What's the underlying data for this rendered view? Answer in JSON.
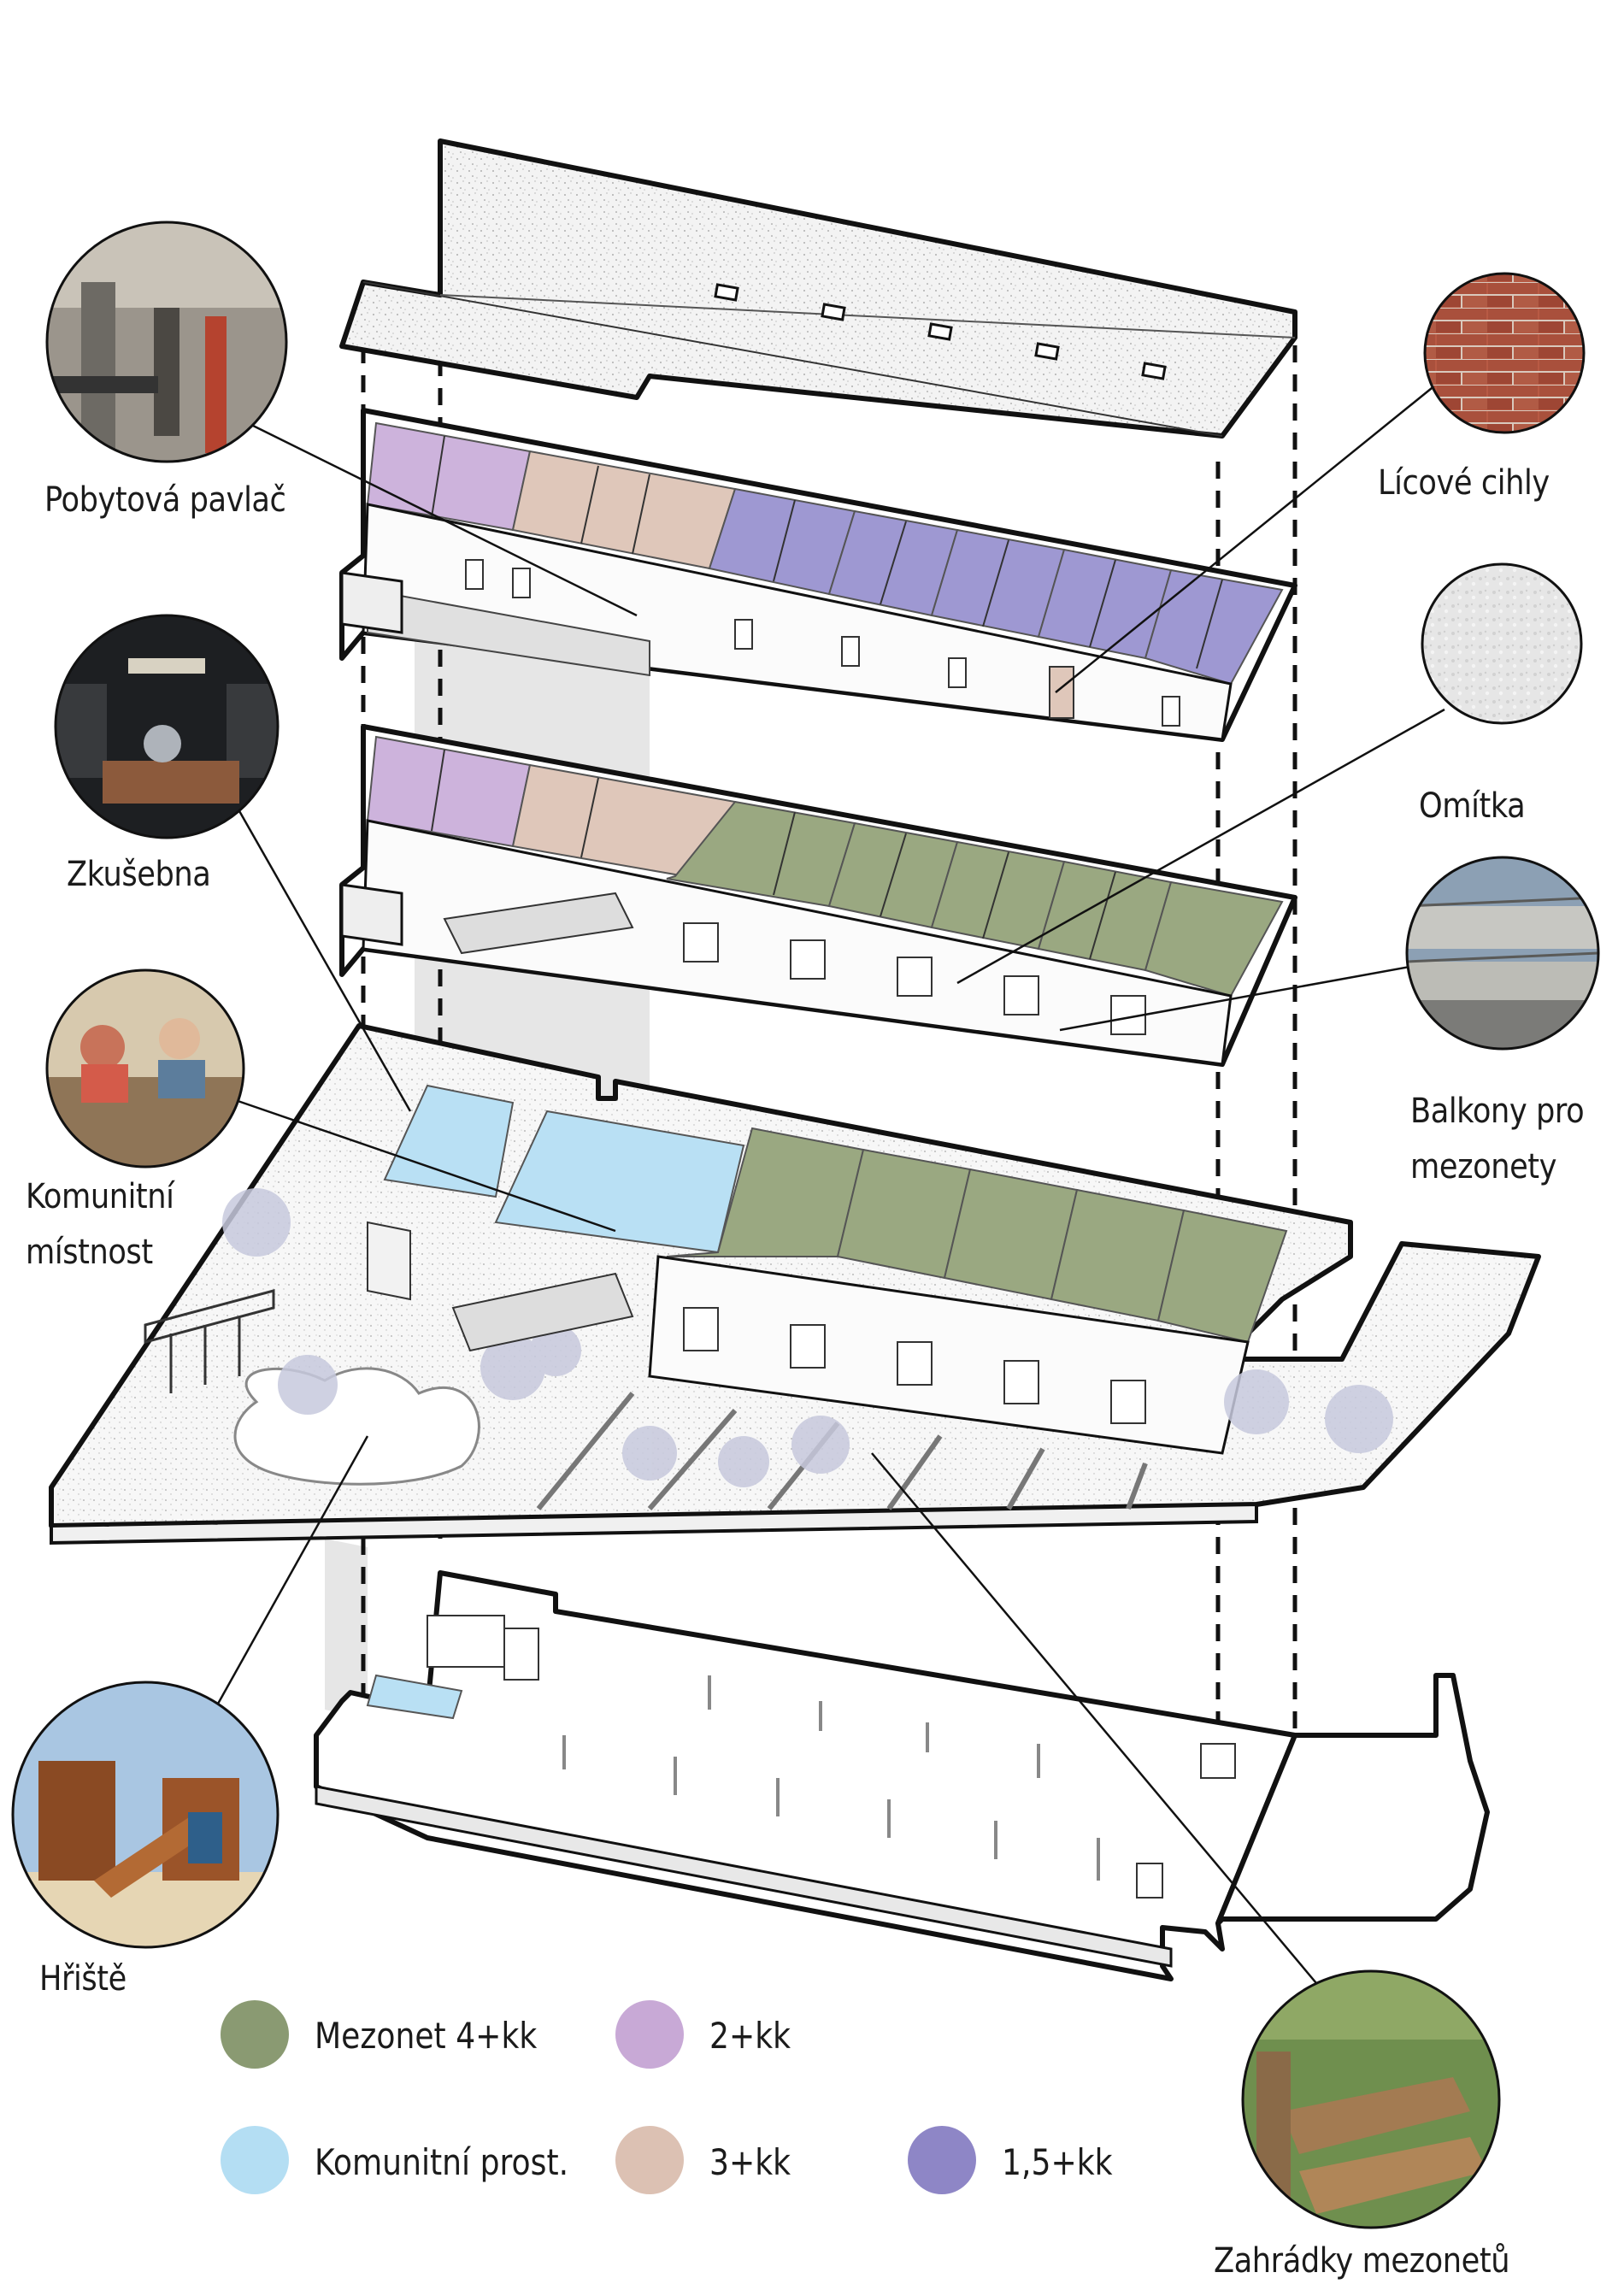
{
  "labels": {
    "pobytova_pavlac": "Pobytová pavlač",
    "zkusebna": "Zkušebna",
    "komunitni_mistnost_1": "Komunitní",
    "komunitni_mistnost_2": "místnost",
    "hriste": "Hřiště",
    "licove_cihly": "Lícové cihly",
    "omitka": "Omítka",
    "balkony_1": "Balkony pro",
    "balkony_2": "mezonety",
    "zahradky": "Zahrádky mezonetů"
  },
  "legend": [
    {
      "label": "Mezonet 4+kk",
      "color": "#8a9a72"
    },
    {
      "label": "2+kk",
      "color": "#c8a9d6"
    },
    {
      "label": "Komunitní prost.",
      "color": "#b4def3"
    },
    {
      "label": "3+kk",
      "color": "#dcc1b3"
    },
    {
      "label": "1,5+kk",
      "color": "#8e86c6"
    }
  ],
  "colors": {
    "mezonet": "#9aa881",
    "two_kk": "#cdb3dc",
    "community": "#b9e0f4",
    "three_kk": "#dfc7ba",
    "one_five_kk": "#9e98d2",
    "outline": "#111111"
  },
  "icons": [
    "gallery-photo",
    "rehearsal-room-photo",
    "community-room-photo",
    "playground-photo",
    "brick-texture",
    "plaster-texture",
    "balcony-photo",
    "garden-photo"
  ]
}
